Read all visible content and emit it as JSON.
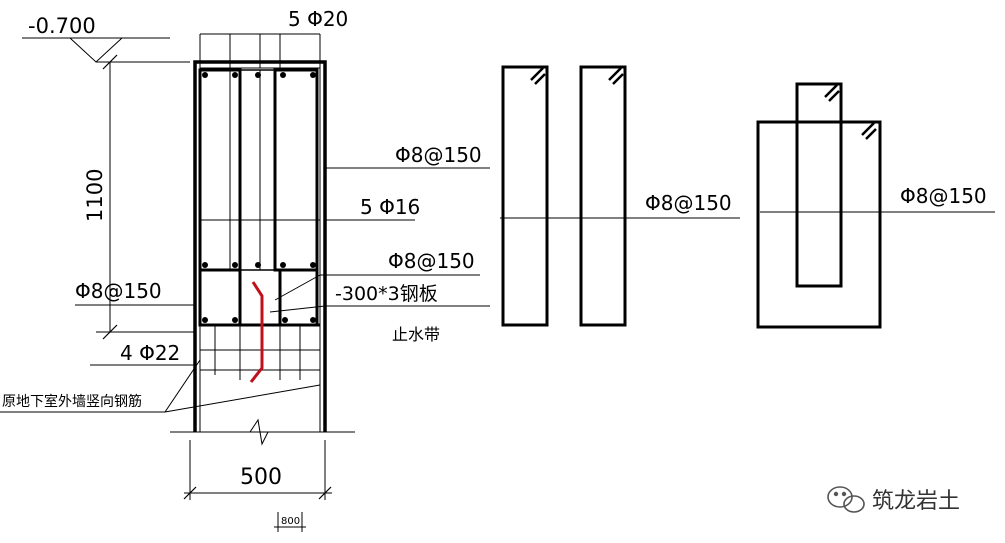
{
  "labels": {
    "elevation": "-0.700",
    "top_rebar": "5 Φ20",
    "stirrup_upper": "Φ8@150",
    "mid_rebar": "5 Φ16",
    "stirrup_mid": "Φ8@150",
    "stirrup_left": "Φ8@150",
    "steel_plate": "-300*3钢板",
    "water_stop": "止水带",
    "bottom_rebar": "4 Φ22",
    "height_dim": "1100",
    "orig_wall_rebar": "原地下室外墙竖向钢筋",
    "width_dim": "500",
    "small_dim": "800",
    "stirrup_detail_1": "Φ8@150",
    "stirrup_detail_2": "Φ8@150"
  },
  "watermark": {
    "text": "筑龙岩土",
    "icon": "wechat-icon"
  },
  "colors": {
    "line": "#000000",
    "water_stop": "#c0101a"
  }
}
